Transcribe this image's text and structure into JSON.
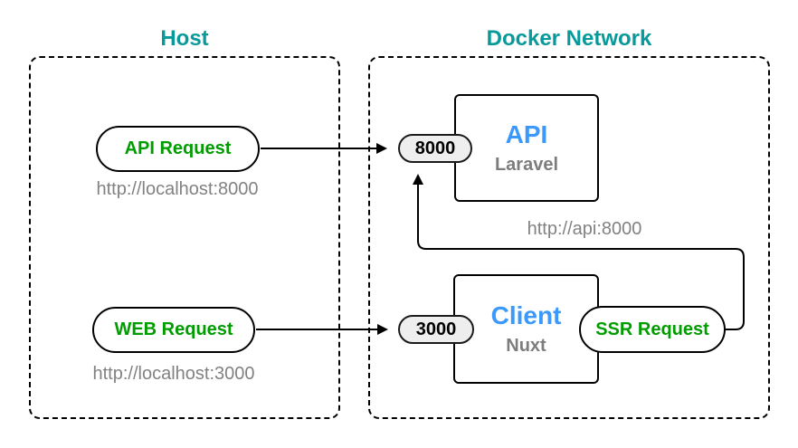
{
  "host": {
    "title": "Host",
    "api_request_label": "API Request",
    "api_request_url": "http://localhost:8000",
    "web_request_label": "WEB Request",
    "web_request_url": "http://localhost:3000"
  },
  "docker": {
    "title": "Docker Network",
    "api_service": {
      "port": "8000",
      "title": "API",
      "subtitle": "Laravel"
    },
    "client_service": {
      "port": "3000",
      "title": "Client",
      "subtitle": "Nuxt"
    },
    "ssr_request_label": "SSR Request",
    "internal_url": "http://api:8000"
  },
  "colors": {
    "group_title_teal": "#089a9a",
    "request_green": "#009d00",
    "service_blue": "#3b99fc",
    "muted_gray": "#828282",
    "badge_background": "#eeeeee",
    "edge_black": "#000000"
  }
}
